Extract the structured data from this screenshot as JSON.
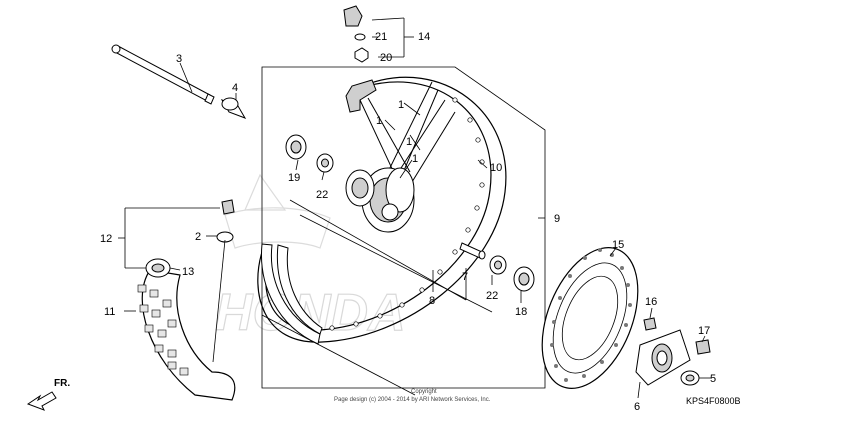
{
  "diagram": {
    "reference_code": "KPS4F0800B",
    "copyright_line1": "Copyright",
    "copyright_line2": "Page design (c) 2004 - 2014 by ARI Network Services, Inc.",
    "watermark": "HONDA",
    "direction_label": "FR.",
    "callouts": {
      "c1a": "1",
      "c1b": "1",
      "c1c": "1",
      "c1d": "1",
      "c2": "2",
      "c3": "3",
      "c4": "4",
      "c5": "5",
      "c6": "6",
      "c7": "7",
      "c8": "8",
      "c9": "9",
      "c10": "10",
      "c11": "11",
      "c12": "12",
      "c13": "13",
      "c14": "14",
      "c15": "15",
      "c16": "16",
      "c17": "17",
      "c18": "18",
      "c19": "19",
      "c20": "20",
      "c21": "21",
      "c22a": "22",
      "c22b": "22"
    }
  }
}
